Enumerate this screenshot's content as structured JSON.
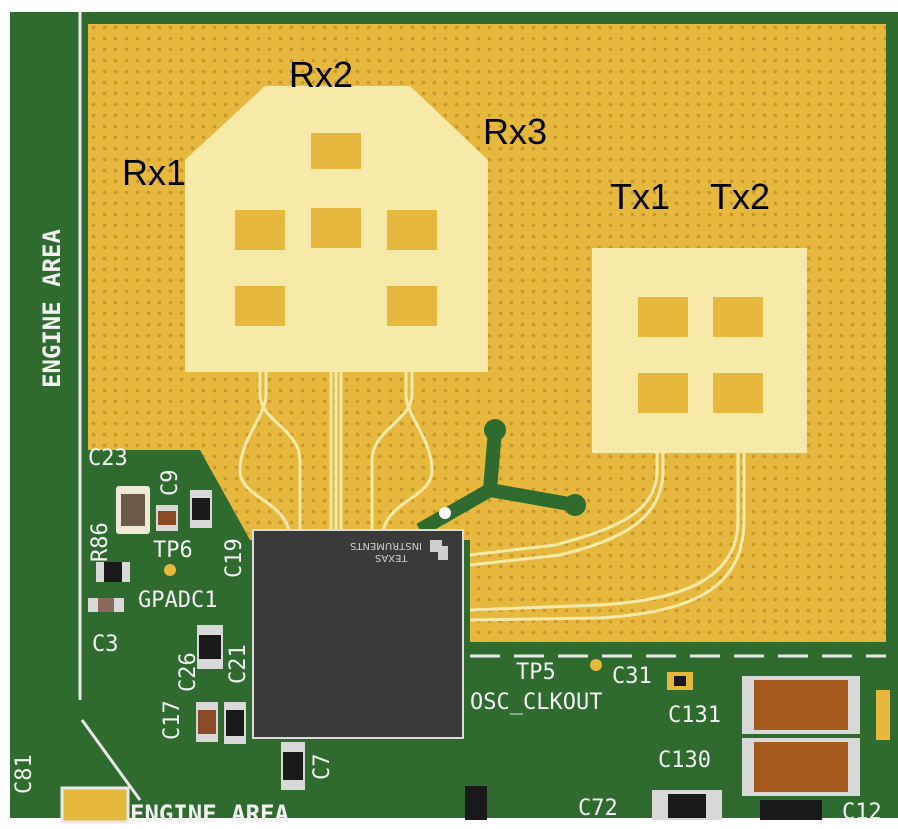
{
  "antenna_labels": {
    "rx1": "Rx1",
    "rx2": "Rx2",
    "rx3": "Rx3",
    "tx1": "Tx1",
    "tx2": "Tx2"
  },
  "silkscreen": {
    "engine_area_vertical": "ENGINE AREA",
    "engine_area_bottom": "ENGINE AREA",
    "c23": "C23",
    "c9": "C9",
    "r86": "R86",
    "tp6": "TP6",
    "c19": "C19",
    "gpadc1": "GPADC1",
    "c3": "C3",
    "c26": "C26",
    "c21": "C21",
    "c17": "C17",
    "c7": "C7",
    "c81": "C81",
    "tp5": "TP5",
    "c31": "C31",
    "osc_clkout": "OSC_CLKOUT",
    "c131": "C131",
    "c130": "C130",
    "c72": "C72",
    "c12": "C12"
  },
  "chip_marking": {
    "line1": "TEXAS",
    "line2": "INSTRUMENTS"
  },
  "colors": {
    "pcb_green": "#2f6b2f",
    "copper_gold": "#e6b83e",
    "antenna_patch_area": "#f7eaa8",
    "chip_body": "#3a3a3a",
    "silkscreen": "#f2f2f2"
  }
}
